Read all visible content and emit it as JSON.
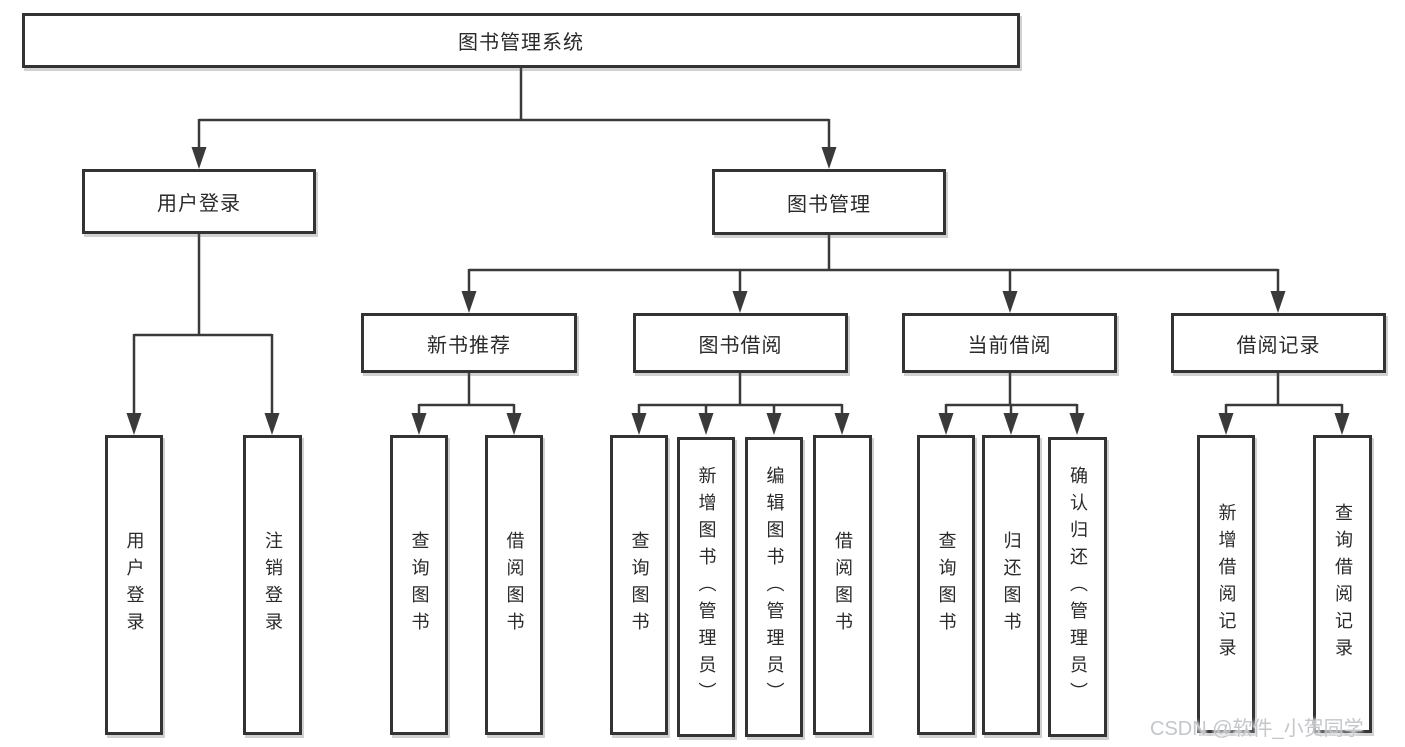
{
  "diagram": {
    "title": "图书管理系统",
    "root": {
      "label": "图书管理系统"
    },
    "level2": [
      {
        "label": "用户登录"
      },
      {
        "label": "图书管理"
      }
    ],
    "level3": [
      {
        "label": "新书推荐"
      },
      {
        "label": "图书借阅"
      },
      {
        "label": "当前借阅"
      },
      {
        "label": "借阅记录"
      }
    ],
    "leaves": {
      "user_login": [
        "用户登录",
        "注销登录"
      ],
      "new_book_recommend": [
        "查询图书",
        "借阅图书"
      ],
      "book_borrowing": [
        "查询图书",
        "新增图书（管理员）",
        "编辑图书（管理员）",
        "借阅图书"
      ],
      "current_borrowing": [
        "查询图书",
        "归还图书",
        "确认归还（管理员）"
      ],
      "borrowing_records": [
        "新增借阅记录",
        "查询借阅记录"
      ]
    }
  },
  "watermark": "CSDN @软件_小贺同学",
  "colors": {
    "line": "#3a3a3a",
    "box_border": "#333333",
    "text": "#2a2a2a",
    "watermark": "#c3c6ca",
    "background": "#ffffff"
  }
}
